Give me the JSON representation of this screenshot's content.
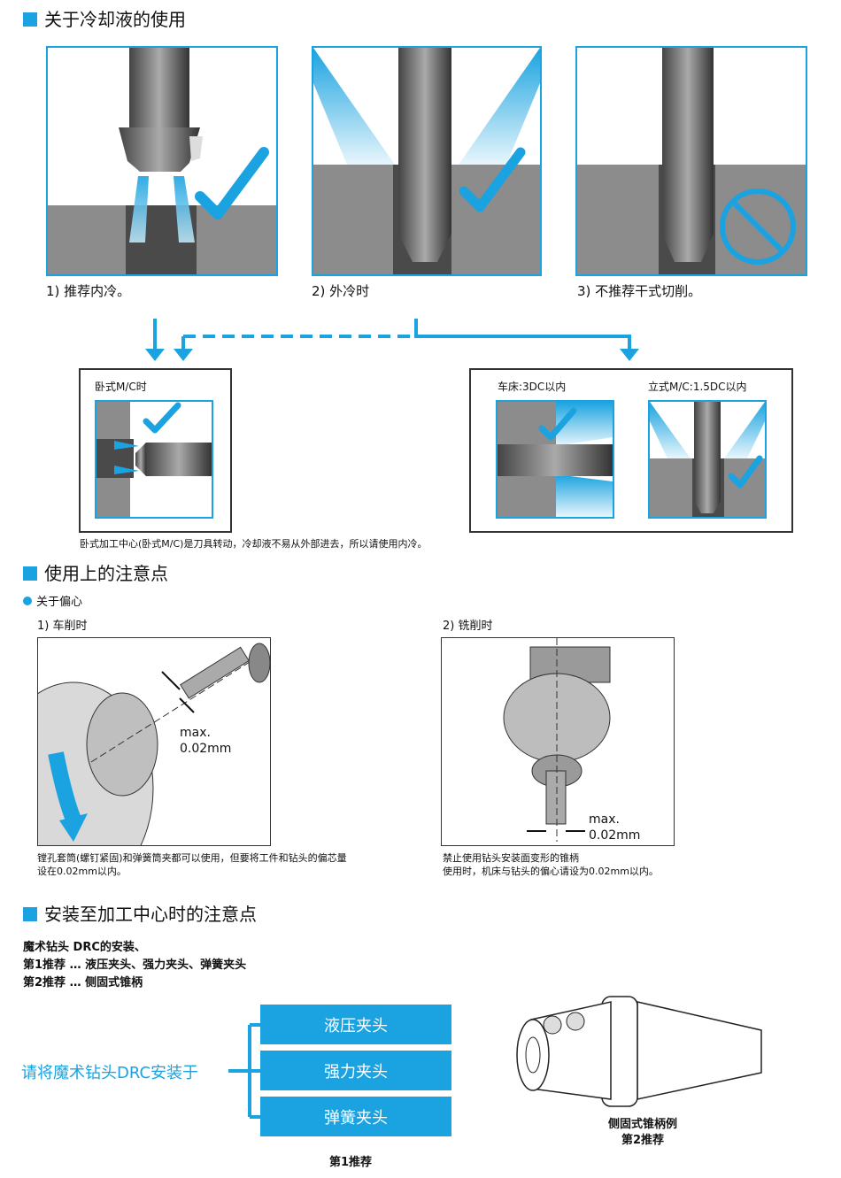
{
  "section1": {
    "title": "关于冷却液的使用",
    "captions": [
      "1) 推荐内冷。",
      "2) 外冷时",
      "3) 不推荐干式切削。"
    ],
    "horizontal_box": {
      "title": "卧式M/C时",
      "note": "卧式加工中心(卧式M/C)是刀具转动，冷却液不易从外部进去，所以请使用内冷。"
    },
    "external_box": {
      "lathe_label": "车床:3DC以内",
      "vertical_label": "立式M/C:1.5DC以内"
    }
  },
  "section2": {
    "title": "使用上的注意点",
    "subtitle": "关于偏心",
    "turning": {
      "label": "1) 车削时",
      "max_label": "max.",
      "max_value": "0.02mm",
      "note_line1": "镗孔套筒(螺钉紧固)和弹簧筒夹都可以使用，但要将工件和钻头的偏芯量",
      "note_line2": "设在0.02mm以内。"
    },
    "milling": {
      "label": "2) 铣削时",
      "max_label": "max.",
      "max_value": "0.02mm",
      "note_line1": "禁止使用钻头安装面变形的锥柄",
      "note_line2": "使用时，机床与钻头的偏心请设为0.02mm以内。"
    }
  },
  "section3": {
    "title": "安装至加工中心时的注意点",
    "intro": [
      "魔术钻头 DRC的安装、",
      "第1推荐 … 液压夹头、强力夹头、弹簧夹头",
      "第2推荐 … 侧固式锥柄"
    ],
    "install_label": "请将魔术钻头DRC安装于",
    "chucks": [
      "液压夹头",
      "强力夹头",
      "弹簧夹头"
    ],
    "first_rec": "第1推荐",
    "side_lock_caption": "侧固式锥柄例",
    "second_rec": "第2推荐"
  },
  "colors": {
    "accent": "#1aa3e0",
    "workpiece": "#8c8c8c"
  }
}
